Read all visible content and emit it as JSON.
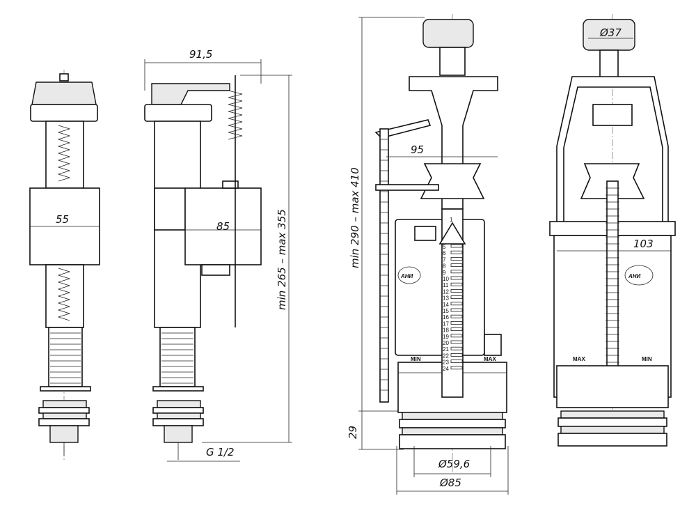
{
  "dimensions": {
    "fill_valve_float_width": "55",
    "side_valve_width": "91,5",
    "side_valve_float_width": "85",
    "fill_valve_height": "min 265 – max 355",
    "thread": "G 1/2",
    "flush_valve_height": "min 290 – max 410",
    "flush_valve_lever": "95",
    "base_height": "29",
    "thread_diameter": "Ø59,6",
    "base_diameter": "Ø85",
    "button_diameter": "Ø37",
    "tank_width": "103"
  },
  "labels": {
    "min": "MIN",
    "max": "MAX",
    "logo": "АНИ"
  },
  "scale_marks": [
    "1",
    "5",
    "6",
    "7",
    "8",
    "9",
    "10",
    "11",
    "12",
    "13",
    "14",
    "15",
    "16",
    "17",
    "18",
    "19",
    "20",
    "21",
    "22",
    "23",
    "24"
  ]
}
